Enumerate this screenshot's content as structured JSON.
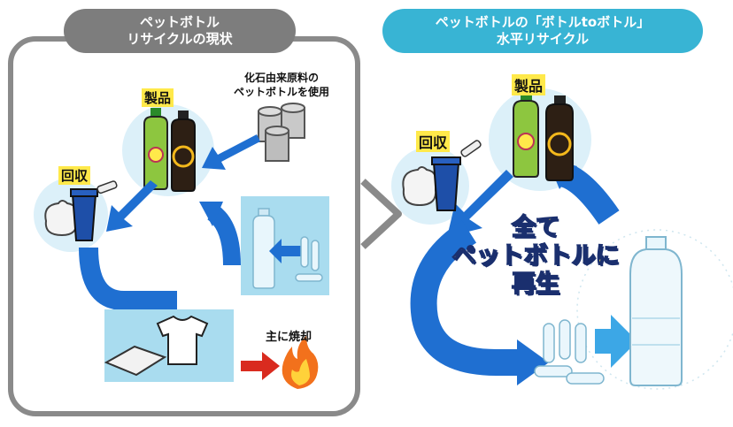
{
  "left_panel": {
    "title_line1": "ペットボトル",
    "title_line2": "リサイクルの現状",
    "product_label": "製品",
    "collect_label": "回収",
    "fossil_line1": "化石由来原料の",
    "fossil_line2": "ペットボトルを使用",
    "burn_label": "主に焼却"
  },
  "right_panel": {
    "title_line1": "ペットボトルの「ボトルtoボトル」",
    "title_line2": "水平リサイクル",
    "product_label": "製品",
    "collect_label": "回収",
    "headline_line1": "全て",
    "headline_line2": "ペットボトルに",
    "headline_line3": "再生"
  },
  "colors": {
    "left_pill": "#7d7d7d",
    "right_pill": "#38b4d4",
    "arrow_blue": "#1f6fd1",
    "light_blue_box": "#a9dcef",
    "fire_red": "#d92b1f",
    "yellow": "#ffe94a"
  },
  "icons": [
    "bottle-icon",
    "trash-bin-icon",
    "garbage-bag-icon",
    "oil-drum-icon",
    "tshirt-icon",
    "tray-icon",
    "fire-icon",
    "preform-icon"
  ]
}
